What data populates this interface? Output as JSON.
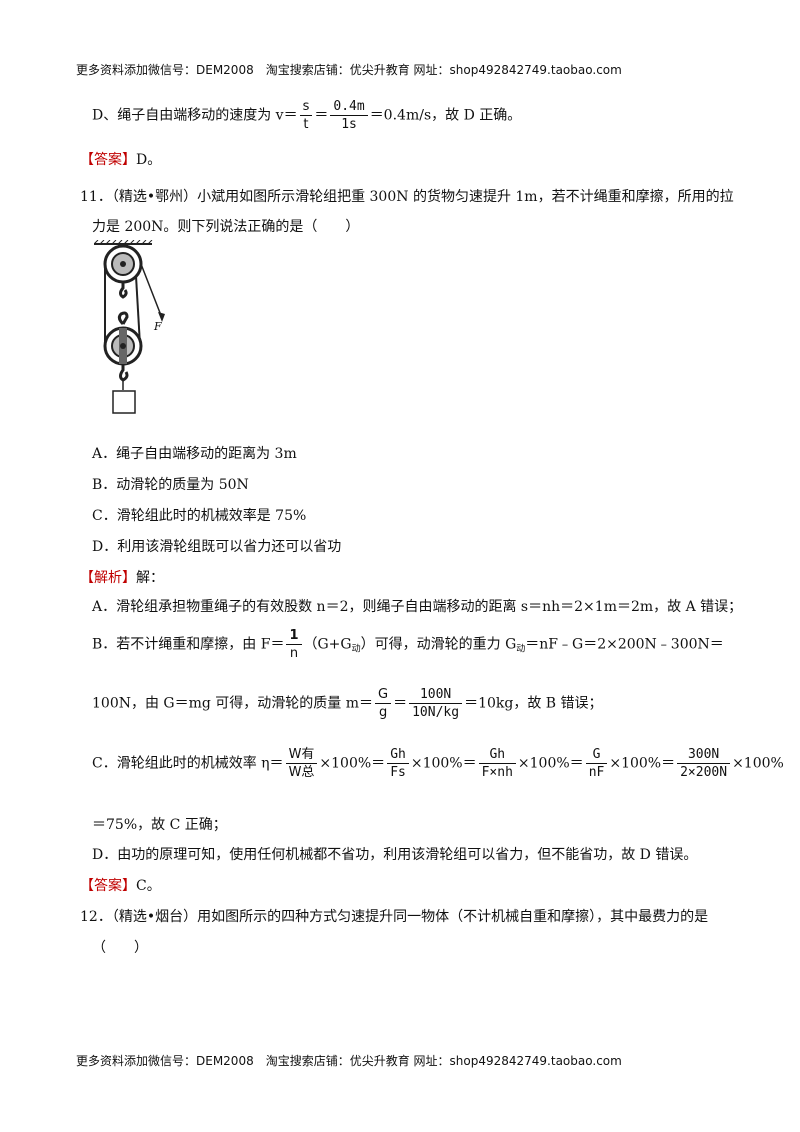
{
  "header": {
    "text": "更多资料添加微信号：DEM2008　淘宝搜索店铺：优尖升教育  网址：shop492842749.taobao.com"
  },
  "footer": {
    "text": "更多资料添加微信号：DEM2008　淘宝搜索店铺：优尖升教育  网址：shop492842749.taobao.com"
  },
  "prev": {
    "d_prefix": "D、绳子自由端移动的速度为 v＝",
    "d_f1_num": "s",
    "d_f1_den": "t",
    "d_eq": "＝",
    "d_f2_num": "0.4m",
    "d_f2_den": "1s",
    "d_suffix": "＝0.4m/s，故 D 正确。",
    "answer_tag": "【答案】",
    "answer_val": "D。"
  },
  "q11": {
    "line1": "11．（精选•鄂州）小斌用如图所示滑轮组把重 300N 的货物匀速提升 1m，若不计绳重和摩擦，所用的拉",
    "line2": "力是 200N。则下列说法正确的是（　　）",
    "figure": {
      "force_label": "F"
    },
    "options": [
      "A．绳子自由端移动的距离为 3m",
      "B．动滑轮的质量为 50N",
      "C．滑轮组此时的机械效率是 75%",
      "D．利用该滑轮组既可以省力还可以省功"
    ],
    "analysis_tag": "【解析】",
    "analysis_intro": "解：",
    "a_line": "A．滑轮组承担物重绳子的有效股数 n＝2，则绳子自由端移动的距离 s＝nh＝2×1m＝2m，故 A 错误；",
    "b_prefix": "B．若不计绳重和摩擦，由 F＝",
    "b_frac_num": "1",
    "b_frac_den": "n",
    "b_mid": "（G+G",
    "b_sub1": "动",
    "b_mid2": "）可得，动滑轮的重力 G",
    "b_sub2": "动",
    "b_suffix": "＝nF﹣G＝2×200N﹣300N＝",
    "b2_prefix": "100N，由 G＝mg 可得，动滑轮的质量 m＝",
    "b2_f1_num": "G",
    "b2_f1_den": "g",
    "b2_eq": "＝",
    "b2_f2_num": "100N",
    "b2_f2_den": "10N/kg",
    "b2_suffix": "＝10kg，故 B 错误；",
    "c_prefix": "C．滑轮组此时的机械效率 η＝",
    "c_f1_num": "W有",
    "c_f1_den": "W总",
    "c_p1": "×100%＝",
    "c_f2_num": "Gh",
    "c_f2_den": "Fs",
    "c_p2": "×100%＝",
    "c_f3_num": "Gh",
    "c_f3_den": "F×nh",
    "c_p3": "×100%＝",
    "c_f4_num": "G",
    "c_f4_den": "nF",
    "c_p4": "×100%＝",
    "c_f5_num": "300N",
    "c_f5_den": "2×200N",
    "c_p5": "×100%",
    "c2_line": "＝75%，故 C 正确；",
    "d_line": "D．由功的原理可知，使用任何机械都不省功，利用该滑轮组可以省力，但不能省功，故 D 错误。",
    "answer_tag": "【答案】",
    "answer_val": "C。"
  },
  "q12": {
    "line1": "12．（精选•烟台）用如图所示的四种方式匀速提升同一物体（不计机械自重和摩擦），其中最费力的是",
    "line2": "（　　）"
  }
}
